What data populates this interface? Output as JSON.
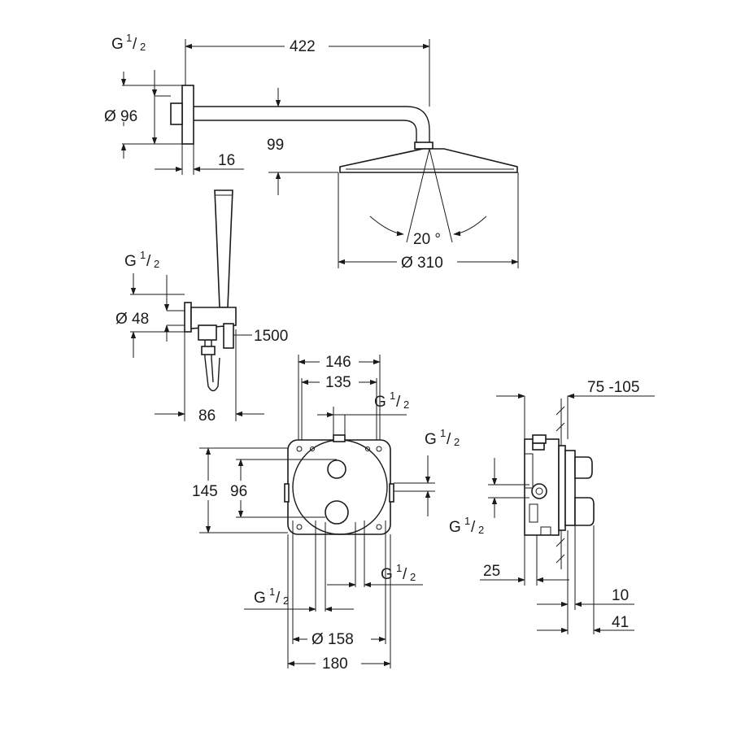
{
  "dimensions": {
    "head_arm_length": "422",
    "wall_flange_diameter": "Ø 96",
    "wall_flange_depth": "16",
    "head_drop": "99",
    "tilt_angle": "20 °",
    "head_diameter": "Ø 310",
    "hand_flange_diameter": "Ø 48",
    "hose_length": "1500",
    "hand_bracket_projection": "86",
    "plate_width_outer": "146",
    "plate_width_inner": "135",
    "plate_height_outer": "145",
    "plate_height_inner": "96",
    "cover_diameter": "Ø 158",
    "plate_width_total": "180",
    "install_depth": "75 -105",
    "side_depth_left": "25",
    "side_offset_a": "10",
    "side_offset_b": "41"
  },
  "thread": {
    "base": "G",
    "num": "1",
    "den": "2",
    "slash": "/"
  }
}
